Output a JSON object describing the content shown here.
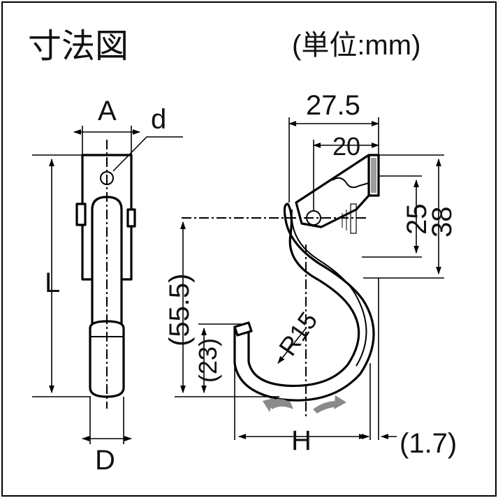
{
  "header": {
    "title": "寸法図",
    "unit_note": "(単位:mm)"
  },
  "front_view": {
    "label_A": "A",
    "label_d": "d",
    "label_L": "L",
    "label_D": "D"
  },
  "side_view": {
    "dim_width_total": "27.5",
    "dim_width_inner": "20",
    "dim_height_25": "25",
    "dim_height_38": "38",
    "dim_height_55_5": "(55.5)",
    "dim_height_23": "(23)",
    "dim_radius": "R15",
    "dim_H": "H",
    "dim_1_7": "(1.7)"
  }
}
